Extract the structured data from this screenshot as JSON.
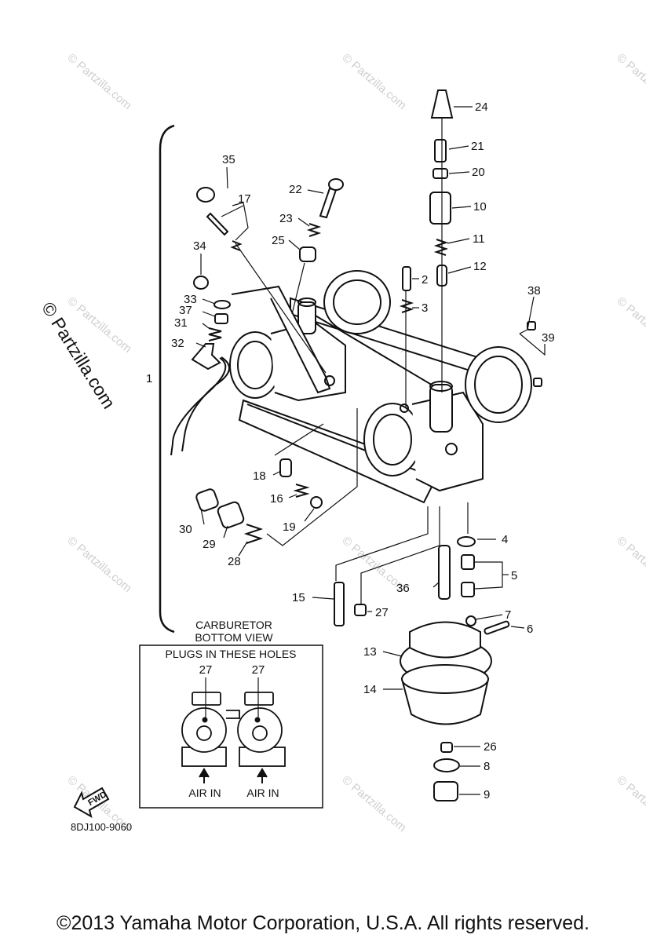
{
  "parts": [
    {
      "ref": "1"
    },
    {
      "ref": "2"
    },
    {
      "ref": "3"
    },
    {
      "ref": "4"
    },
    {
      "ref": "5"
    },
    {
      "ref": "6"
    },
    {
      "ref": "7"
    },
    {
      "ref": "8"
    },
    {
      "ref": "9"
    },
    {
      "ref": "10"
    },
    {
      "ref": "11"
    },
    {
      "ref": "12"
    },
    {
      "ref": "13"
    },
    {
      "ref": "14"
    },
    {
      "ref": "15"
    },
    {
      "ref": "16"
    },
    {
      "ref": "17"
    },
    {
      "ref": "18"
    },
    {
      "ref": "19"
    },
    {
      "ref": "20"
    },
    {
      "ref": "21"
    },
    {
      "ref": "22"
    },
    {
      "ref": "23"
    },
    {
      "ref": "24"
    },
    {
      "ref": "25"
    },
    {
      "ref": "26"
    },
    {
      "ref": "27"
    },
    {
      "ref": "28"
    },
    {
      "ref": "29"
    },
    {
      "ref": "30"
    },
    {
      "ref": "31"
    },
    {
      "ref": "32"
    },
    {
      "ref": "33"
    },
    {
      "ref": "34"
    },
    {
      "ref": "35"
    },
    {
      "ref": "36"
    },
    {
      "ref": "37"
    },
    {
      "ref": "38"
    },
    {
      "ref": "39"
    }
  ],
  "inset": {
    "heading_line1": "CARBURETOR",
    "heading_line2": "BOTTOM VIEW",
    "box_title": "PLUGS IN THESE HOLES",
    "plug_ref_left": "27",
    "plug_ref_right": "27",
    "air_in_left": "AIR IN",
    "air_in_right": "AIR IN"
  },
  "fwd_label": "FWD",
  "diagram_code": "8DJ100-9060",
  "side_watermark": "© Partzilla.com",
  "watermark": "© Partzilla.com",
  "copyright": "©2013  Yamaha Motor Corporation, U.S.A. All rights reserved."
}
